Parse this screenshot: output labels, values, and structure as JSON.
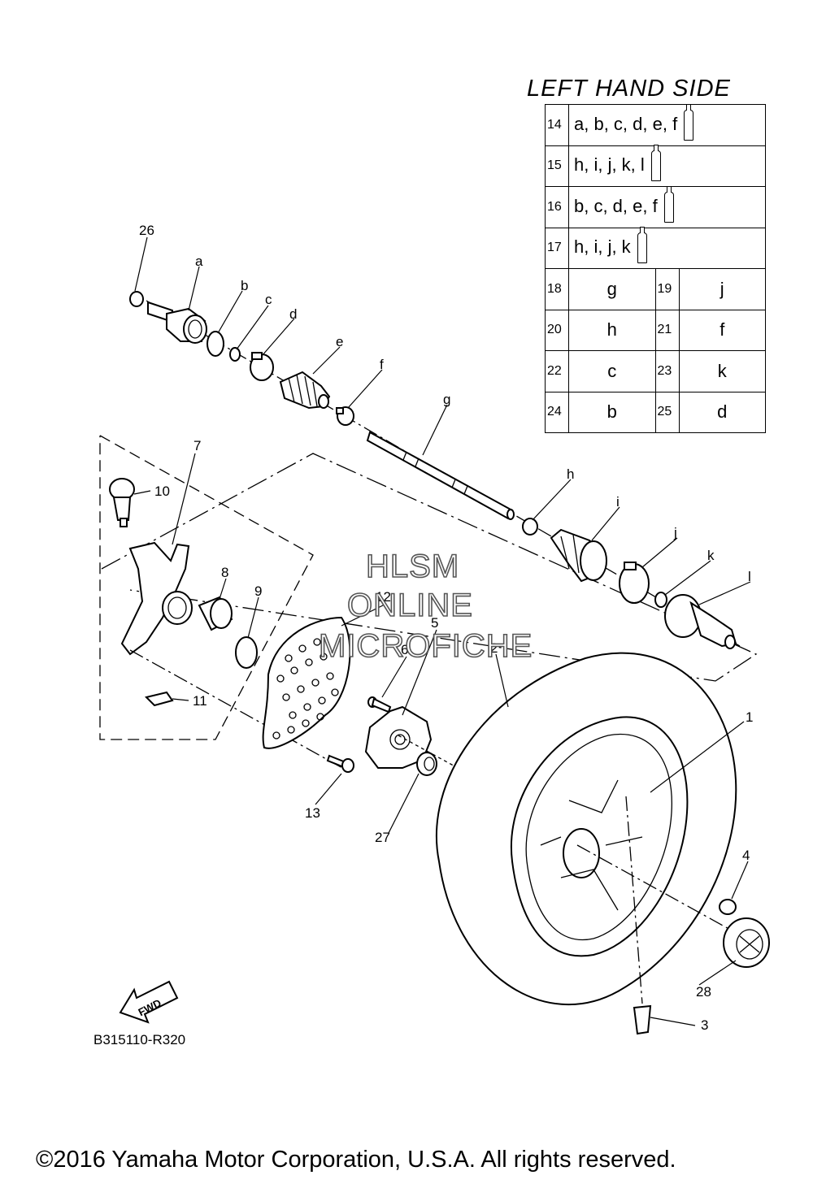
{
  "legend": {
    "title": "LEFT HAND SIDE",
    "rows": [
      {
        "num": "14",
        "parts": "a, b, c, d, e, f",
        "icon": "grease-tube-icon"
      },
      {
        "num": "15",
        "parts": "h, i, j, k, l",
        "icon": "grease-tube-icon"
      },
      {
        "num": "16",
        "parts": "b, c, d, e, f",
        "icon": "grease-tube-icon"
      },
      {
        "num": "17",
        "parts": "h, i, j, k",
        "icon": "grease-tube-icon"
      }
    ],
    "pairs": [
      {
        "n1": "18",
        "v1": "g",
        "n2": "19",
        "v2": "j"
      },
      {
        "n1": "20",
        "v1": "h",
        "n2": "21",
        "v2": "f"
      },
      {
        "n1": "22",
        "v1": "c",
        "n2": "23",
        "v2": "k"
      },
      {
        "n1": "24",
        "v1": "b",
        "n2": "25",
        "v2": "d"
      }
    ]
  },
  "callouts": {
    "c1": "1",
    "c2": "2",
    "c3": "3",
    "c4": "4",
    "c5": "5",
    "c6": "6",
    "c7": "7",
    "c8": "8",
    "c9": "9",
    "c10": "10",
    "c11": "11",
    "c12": "12",
    "c13": "13",
    "c26": "26",
    "c27": "27",
    "c28": "28",
    "a": "a",
    "b": "b",
    "c": "c",
    "d": "d",
    "e": "e",
    "f": "f",
    "g": "g",
    "h": "h",
    "i": "i",
    "j": "j",
    "k": "k",
    "l": "l"
  },
  "fwd_label": "FWD",
  "watermark": [
    "HLSM",
    "ONLINE",
    "MICROFICHE"
  ],
  "diagram_code": "B315110-R320",
  "copyright": "©2016 Yamaha Motor Corporation, U.S.A. All rights reserved."
}
